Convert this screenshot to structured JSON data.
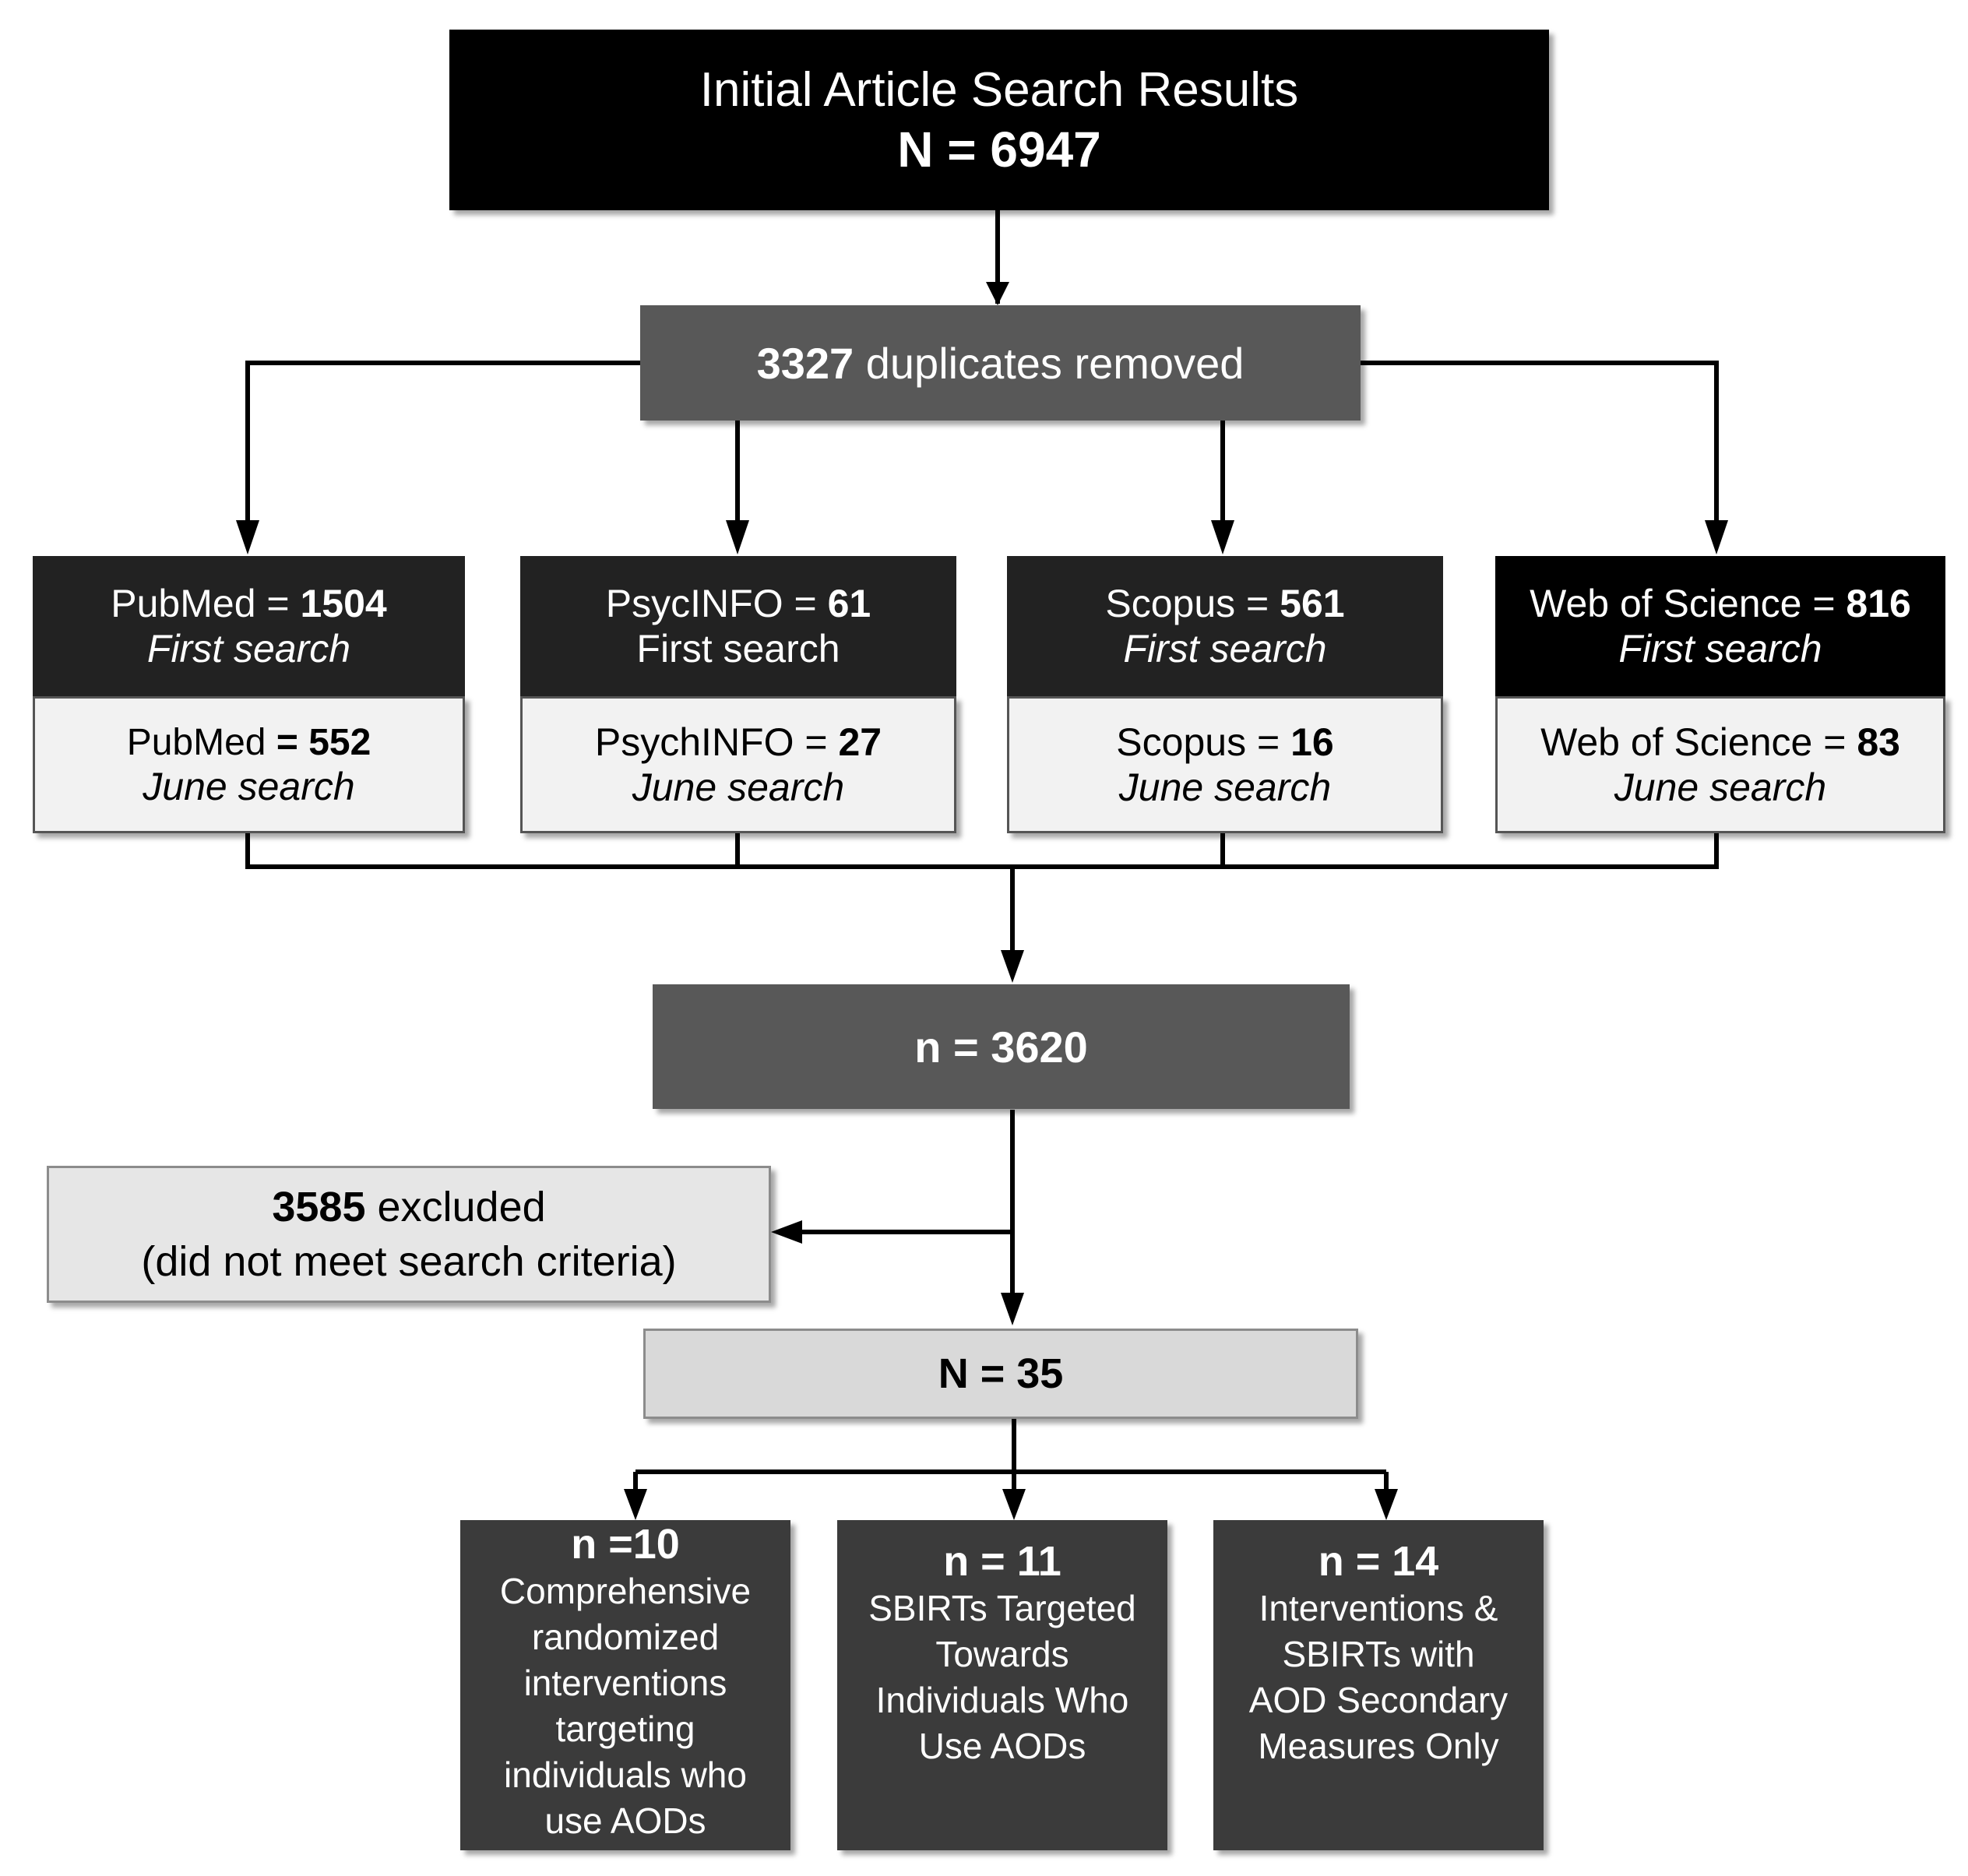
{
  "initial": {
    "title": "Initial Article Search Results",
    "count_label": "N = 6947"
  },
  "duplicates": {
    "count": "3327",
    "text": " duplicates removed"
  },
  "databases": [
    {
      "first": {
        "name": "PubMed = ",
        "count": "1504",
        "note": "First search"
      },
      "june": {
        "name": "PubMed ",
        "count": "= 552",
        "note": "June search"
      }
    },
    {
      "first": {
        "name": "PsycINFO = ",
        "count": "61",
        "note": "First search"
      },
      "june": {
        "name": "PsychINFO = ",
        "count": "27",
        "note": "June search"
      }
    },
    {
      "first": {
        "name": "Scopus = ",
        "count": "561",
        "note": "First search"
      },
      "june": {
        "name": "Scopus = ",
        "count": "16",
        "note": "June search"
      }
    },
    {
      "first": {
        "name": "Web of Science = ",
        "count": "816",
        "note": "First search"
      },
      "june": {
        "name": "Web of Science = ",
        "count": "83",
        "note": "June search"
      }
    }
  ],
  "combined": {
    "label": "n = 3620"
  },
  "excluded": {
    "count": "3585",
    "text": " excluded",
    "reason": "(did not meet search criteria)"
  },
  "included": {
    "label": "N = 35"
  },
  "outcomes": [
    {
      "count": "n =10",
      "lines": [
        "Comprehensive",
        "randomized",
        "interventions",
        "targeting",
        "individuals who",
        "use AODs"
      ]
    },
    {
      "count": "n = 11",
      "lines": [
        "SBIRTs Targeted",
        "Towards",
        "Individuals Who",
        "Use AODs"
      ]
    },
    {
      "count": "n = 14",
      "lines": [
        "Interventions &",
        "SBIRTs with",
        "AOD Secondary",
        "Measures Only"
      ]
    }
  ]
}
